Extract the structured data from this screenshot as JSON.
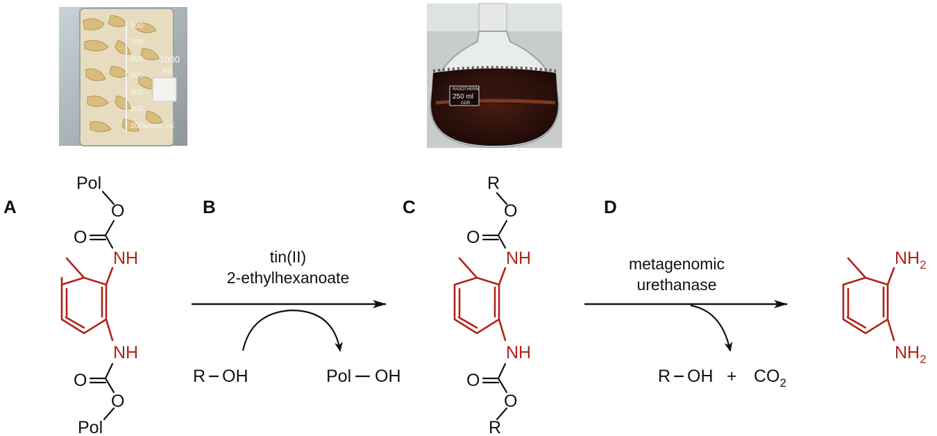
{
  "panels": {
    "a": "A",
    "b": "B",
    "c": "C",
    "d": "D"
  },
  "photo_left": {
    "scale": [
      "800",
      "700",
      "600",
      "500",
      "400",
      "300",
      "200"
    ],
    "label_1000": "1000",
    "label_ml": "ml",
    "label_approx": "approx. vol."
  },
  "photo_right": {
    "brand": "RASOTHERM",
    "volume": "250 ml",
    "mark": "GDR"
  },
  "molecule_a": {
    "pol_top": "Pol",
    "pol_bottom": "Pol",
    "o_ester": "O",
    "o_carbonyl": "O",
    "nh": "NH"
  },
  "step_b": {
    "reagent_line1": "tin(II)",
    "reagent_line2": "2-ethylhexanoate",
    "reactant_r": "R",
    "reactant_oh": "OH",
    "product_pol": "Pol",
    "product_oh": "OH"
  },
  "molecule_c": {
    "r_top": "R",
    "r_bottom": "R",
    "o_ester": "O",
    "o_carbonyl": "O",
    "nh": "NH"
  },
  "step_d": {
    "enzyme_line1": "metagenomic",
    "enzyme_line2": "urethanase",
    "product_r": "R",
    "product_oh": "OH",
    "plus": "+",
    "co2_main": "CO",
    "co2_sub": "2"
  },
  "molecule_final": {
    "nh2_main": "NH",
    "nh2_sub": "2"
  },
  "colors": {
    "aromatic_core": "#b0221a",
    "bonds": "#111111"
  },
  "icons": [
    "photo-foam-beaker",
    "photo-reaction-flask"
  ]
}
